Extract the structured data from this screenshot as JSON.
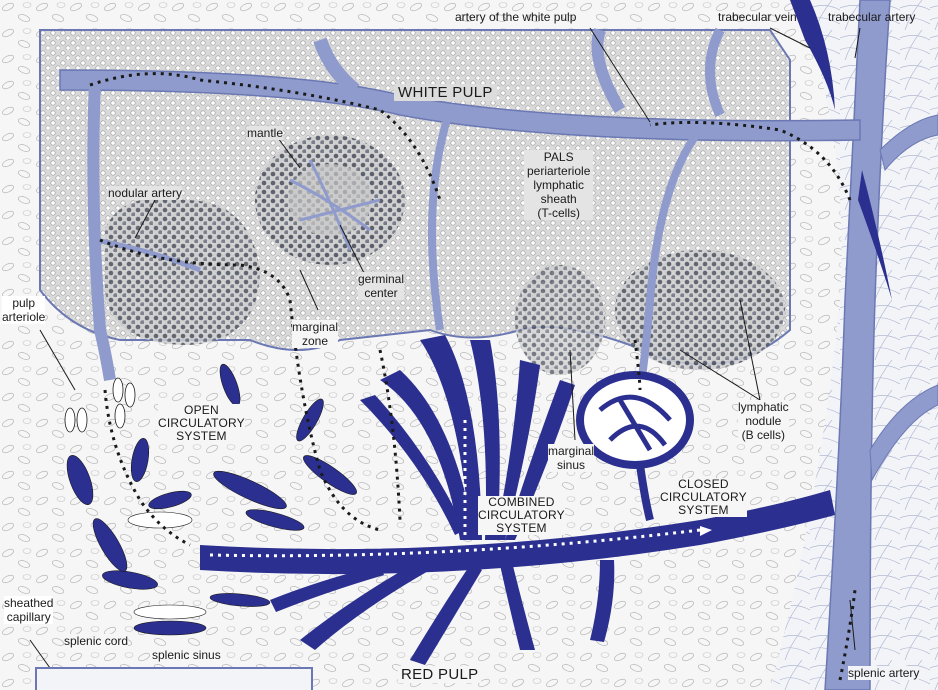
{
  "labels": {
    "artery_white_pulp": "artery of the white pulp",
    "trabecular_vein": "trabecular vein",
    "trabecular_artery": "trabecular artery",
    "white_pulp": "WHITE PULP",
    "mantle": "mantle",
    "pals": [
      "PALS",
      "periarteriole",
      "lymphatic",
      "sheath",
      "(T-cells)"
    ],
    "nodular_artery": "nodular artery",
    "germinal_center": [
      "germinal",
      "center"
    ],
    "marginal_zone": [
      "marginal",
      "zone"
    ],
    "pulp_arteriole": [
      "pulp",
      "arteriole"
    ],
    "open_system": [
      "OPEN",
      "CIRCULATORY",
      "SYSTEM"
    ],
    "marginal_sinus": [
      "marginal",
      "sinus"
    ],
    "lymphatic_nodule": [
      "lymphatic",
      "nodule",
      "(B cells)"
    ],
    "combined_system": [
      "COMBINED",
      "CIRCULATORY",
      "SYSTEM"
    ],
    "closed_system": [
      "CLOSED",
      "CIRCULATORY",
      "SYSTEM"
    ],
    "sheathed_capillary": [
      "sheathed",
      "capillary"
    ],
    "splenic_cord": "splenic cord",
    "splenic_sinus": "splenic sinus",
    "red_pulp": "RED PULP",
    "splenic_artery": "splenic artery"
  },
  "colors": {
    "vessel": "#8f9bcc",
    "vessel_outline": "#6b78b3",
    "vein": "#2b2f8f",
    "white_pulp_bg": "#d6d6d6",
    "germinal": "#5a6270",
    "red_pulp_bg": "#f4f4f4"
  }
}
